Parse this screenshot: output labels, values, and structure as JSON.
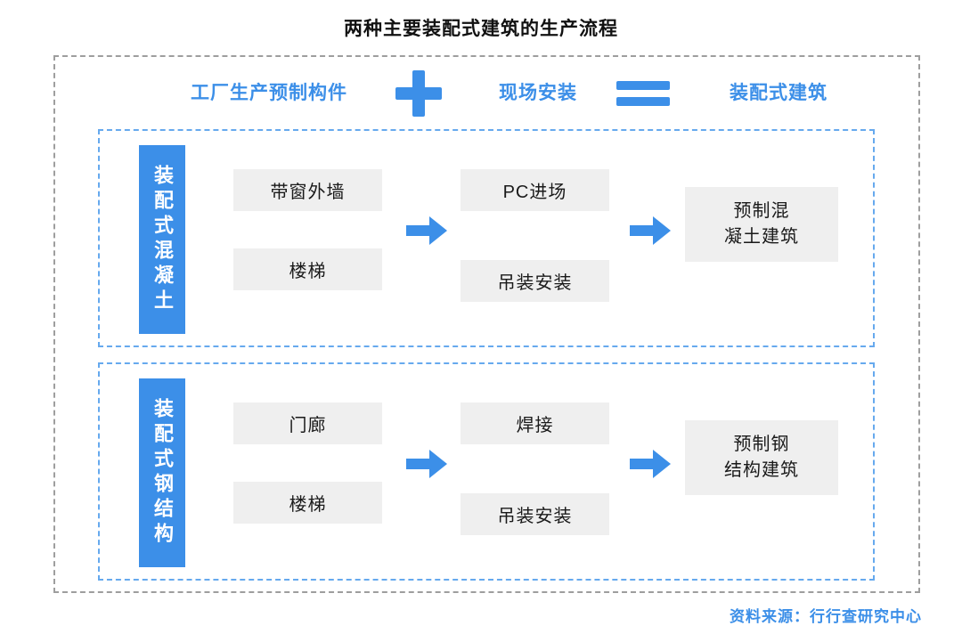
{
  "title": "两种主要装配式建筑的生产流程",
  "header": {
    "factory_label": "工厂生产预制构件",
    "onsite_label": "现场安装",
    "result_label": "装配式建筑"
  },
  "sections": [
    {
      "label": "装配式混凝土",
      "prefab_items": [
        "带窗外墙",
        "楼梯"
      ],
      "onsite_steps": [
        "PC进场",
        "吊装安装"
      ],
      "result_lines": [
        "预制混",
        "凝土建筑"
      ]
    },
    {
      "label": "装配式钢结构",
      "prefab_items": [
        "门廊",
        "楼梯"
      ],
      "onsite_steps": [
        "焊接",
        "吊装安装"
      ],
      "result_lines": [
        "预制钢",
        "结构建筑"
      ]
    }
  ],
  "source": "资料来源：行行查研究中心",
  "colors": {
    "accent": "#3C8FE8",
    "box_bg": "#EFEFEF",
    "outer_border": "#9E9E9E",
    "section_border": "#66A9EE"
  }
}
